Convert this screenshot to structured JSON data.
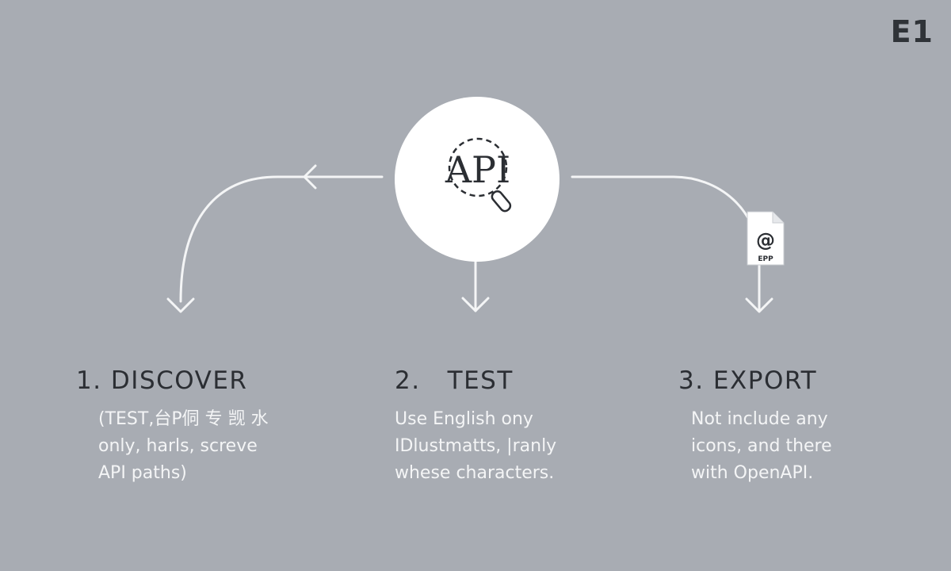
{
  "corner_label": "E1",
  "hub": {
    "label": "API",
    "icon": "magnifier-icon"
  },
  "file_badge": {
    "symbol": "@",
    "label": "EPP",
    "icon": "file-icon"
  },
  "steps": [
    {
      "title": "1. DISCOVER",
      "lines": [
        "(TEST,台P侗 专 觊 水",
        "only, harls, screve",
        "API paths)"
      ]
    },
    {
      "title": "2.   TEST",
      "lines": [
        "Use English ony",
        "IDlustmatts, |ranly",
        "whese characters."
      ]
    },
    {
      "title": "3. EXPORT",
      "lines": [
        "Not include any",
        "icons, and there",
        "with OpenAPI."
      ]
    }
  ],
  "colors": {
    "background": "#a8acb3",
    "connector": "#f4f5f6",
    "hub_fill": "#ffffff",
    "ink": "#2b2e33"
  }
}
